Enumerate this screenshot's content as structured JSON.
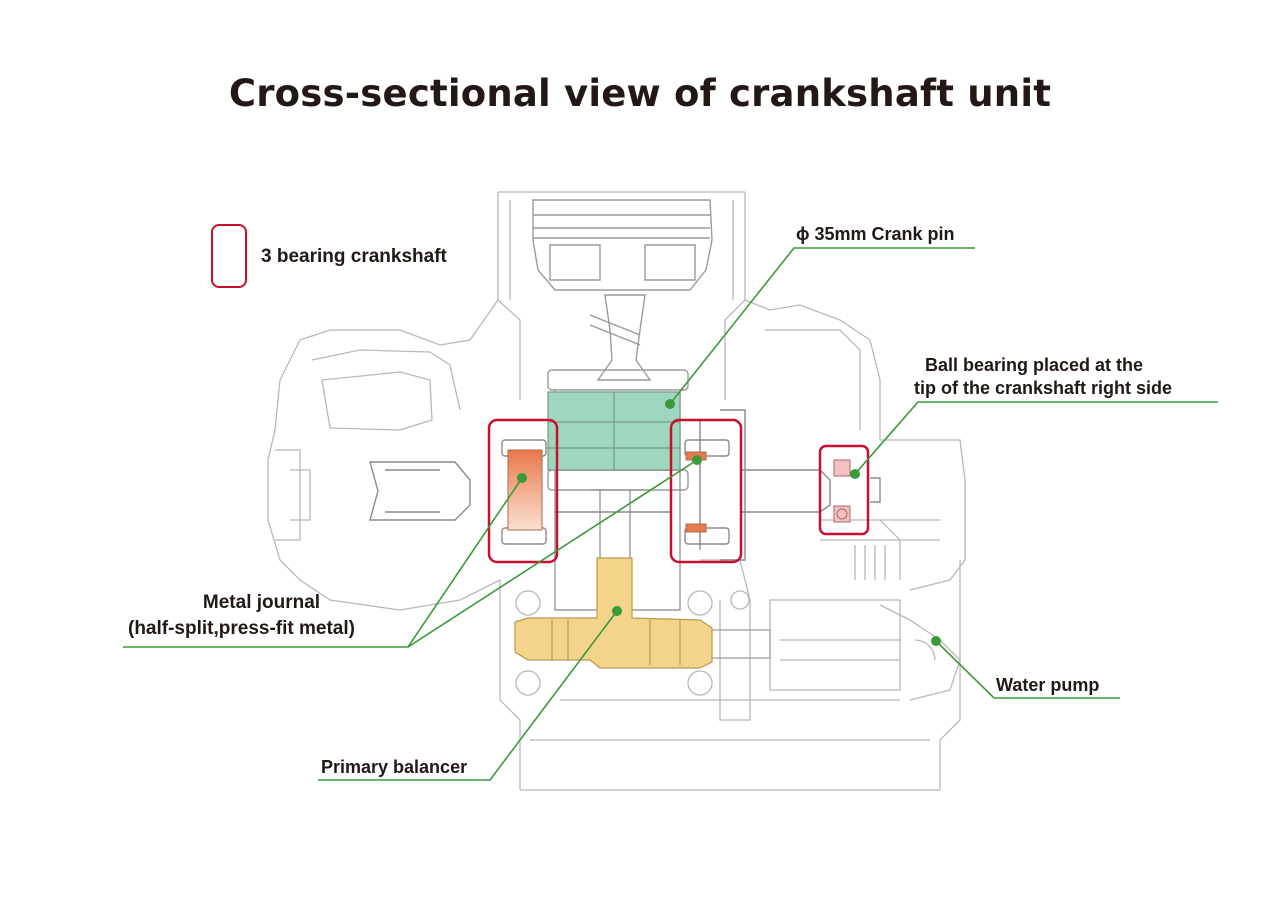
{
  "title": "Cross-sectional view of crankshaft unit",
  "legend": {
    "label": "3 bearing crankshaft",
    "swatch_color": "#c8102e"
  },
  "colors": {
    "leader_line": "#3a9a3a",
    "highlight_frame": "#c8102e",
    "crank_pin_fill": "#9fd6c0",
    "balancer_fill": "#f3d48a",
    "journal_fill": "#ef9a6a",
    "bearing_fill": "#f6c0c0",
    "outline": "#b5b5b5"
  },
  "callouts": {
    "crank_pin": "ϕ 35mm Crank pin",
    "ball_bearing_line1": "Ball bearing placed at the",
    "ball_bearing_line2": "tip of the crankshaft right side",
    "metal_journal_line1": "Metal journal",
    "metal_journal_line2": "(half-split,press-fit metal)",
    "water_pump": "Water pump",
    "primary_balancer": "Primary balancer"
  }
}
